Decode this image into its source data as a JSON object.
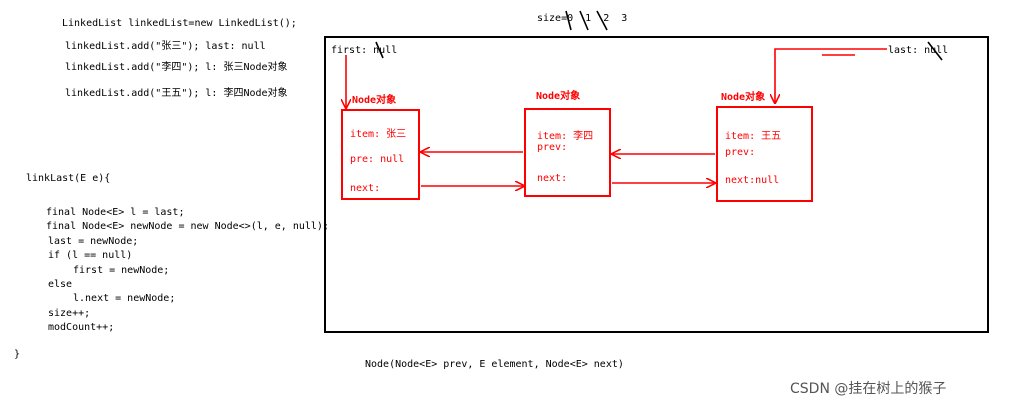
{
  "code_top": [
    "LinkedList linkedList=new LinkedList();",
    "linkedList.add(\"张三\"); last: null",
    "linkedList.add(\"李四\"); l: 张三Node对象",
    "linkedList.add(\"王五\"); l: 李四Node对象"
  ],
  "code_method": [
    "linkLast(E e){",
    "final Node<E> l = last;",
    "final Node<E> newNode = new Node<>(l, e, null);",
    "last = newNode;",
    "if (l == null)",
    "first = newNode;",
    "else",
    "l.next = newNode;",
    "size++;",
    "modCount++;",
    "}"
  ],
  "size_label": "size=0  1  2  3",
  "first_label": "first: null",
  "last_label": "last: null",
  "nodes": [
    {
      "title": "Node对象",
      "item": "item: 张三",
      "prev": "pre: null",
      "next": "next:"
    },
    {
      "title": "Node对象",
      "item": "item: 李四",
      "prev": "prev:",
      "next": "next:"
    },
    {
      "title": "Node对象",
      "item": "item: 王五",
      "prev": "prev:",
      "next": "next:null"
    }
  ],
  "constructor_sig": "Node(Node<E> prev, E element, Node<E> next)",
  "watermark": "CSDN @挂在树上的猴子",
  "colors": {
    "pointer": "#ff0000",
    "frame": "#000000",
    "text": "#000000"
  }
}
